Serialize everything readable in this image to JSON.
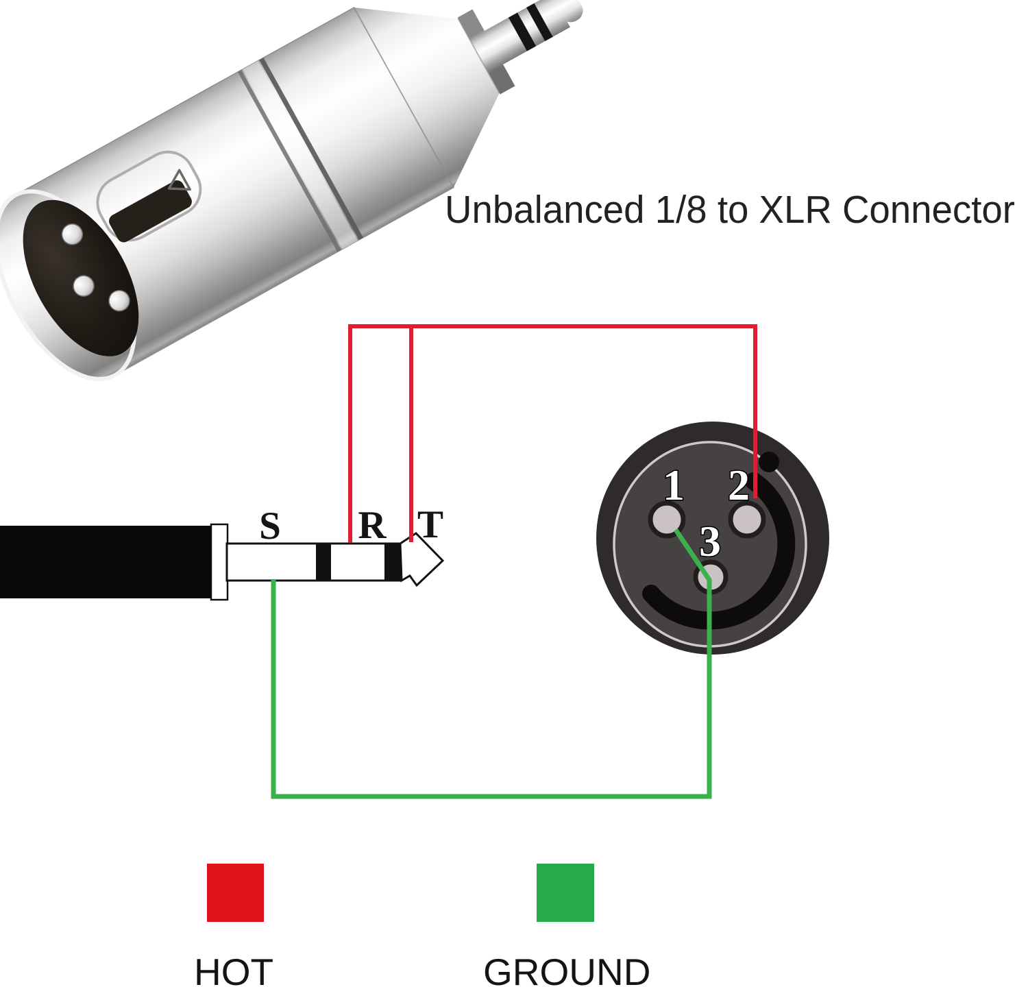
{
  "title": {
    "text": "Unbalanced 1/8 to XLR Connector"
  },
  "photo": {
    "alt": "Nickel XLR 3-pin male to 3.5mm TRS mini plug adapter"
  },
  "trs_jack": {
    "sleeve_label": "S",
    "ring_label": "R",
    "tip_label": "T"
  },
  "xlr_face": {
    "pin_labels": [
      "1",
      "2",
      "3"
    ]
  },
  "wires": {
    "hot_color": "#e11e31",
    "ground_color": "#3ab14c"
  },
  "legend": {
    "items": [
      {
        "label": "HOT",
        "color": "#df1219"
      },
      {
        "label": "GROUND",
        "color": "#28a94a"
      }
    ]
  },
  "connections": [
    {
      "wire": "hot",
      "from": "tip and ring",
      "to": "pin 2"
    },
    {
      "wire": "ground",
      "from": "sleeve",
      "to": "pin 3"
    }
  ]
}
